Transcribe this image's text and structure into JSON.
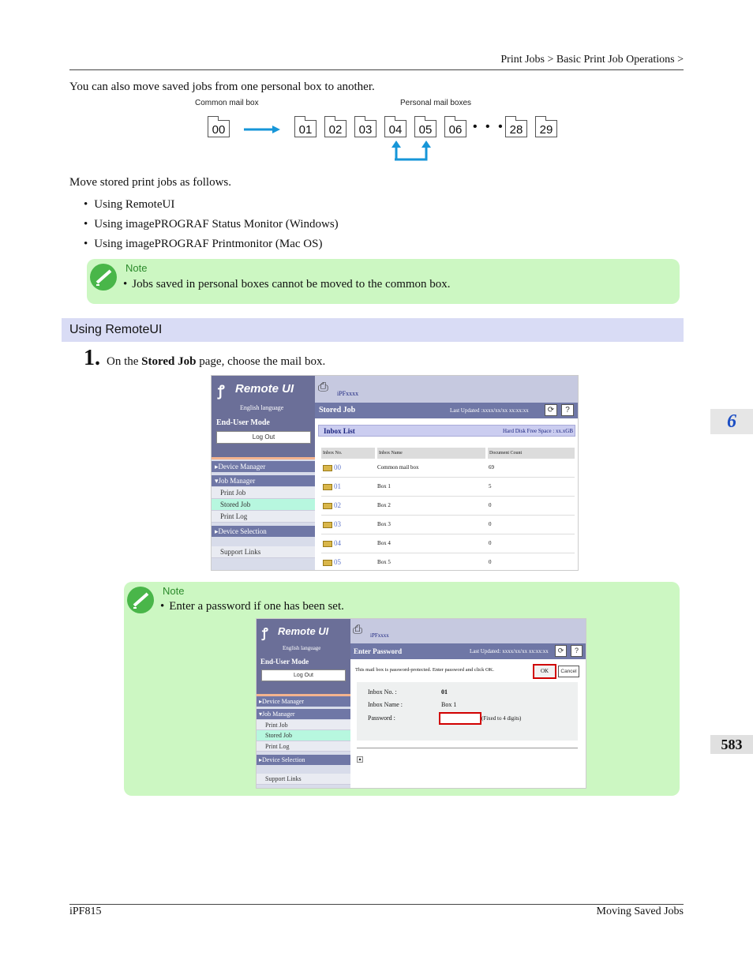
{
  "header": {
    "breadcrumb": "Print Jobs > Basic Print Job Operations >"
  },
  "intro": "You can also move saved jobs from one personal box to another.",
  "diagram": {
    "common_label": "Common mail box",
    "personal_label": "Personal mail boxes",
    "common_box": "00",
    "boxes": [
      "01",
      "02",
      "03",
      "04",
      "05",
      "06",
      "28",
      "29"
    ],
    "ellipsis": "• • •"
  },
  "move_intro": "Move stored print jobs as follows.",
  "methods": [
    "Using RemoteUI",
    "Using imagePROGRAF Status Monitor (Windows)",
    "Using imagePROGRAF Printmonitor (Mac OS)"
  ],
  "note1": {
    "title": "Note",
    "text": "Jobs saved in personal boxes cannot be moved to the common box."
  },
  "section_title": "Using RemoteUI",
  "step1": {
    "number": "1.",
    "prefix": "On the ",
    "bold": "Stored Job",
    "suffix": " page, choose the mail box."
  },
  "remote_ui": {
    "logo": "Remote UI",
    "language": "English language",
    "mode": "End-User Mode",
    "logout": "Log Out",
    "printer": "iPFxxxx",
    "menu": {
      "device_manager": "Device Manager",
      "job_manager": "Job Manager",
      "print_job": "Print Job",
      "stored_job": "Stored Job",
      "print_log": "Print Log",
      "device_selection": "Device Selection",
      "support_links": "Support Links"
    },
    "refresh_icon": "refresh-icon",
    "help_label": "?"
  },
  "screen1": {
    "title": "Stored Job",
    "last_updated": "Last Updated :xxxx/xx/xx xx:xx:xx",
    "inbox_list": "Inbox List",
    "free_space": "Hard Disk Free Space : xx.xGB",
    "columns": [
      "Inbox No.",
      "Inbox Name",
      "Document Count"
    ],
    "rows": [
      {
        "no": "00",
        "name": "Common mail box",
        "count": "69"
      },
      {
        "no": "01",
        "name": "Box 1",
        "count": "5"
      },
      {
        "no": "02",
        "name": "Box 2",
        "count": "0"
      },
      {
        "no": "03",
        "name": "Box 3",
        "count": "0"
      },
      {
        "no": "04",
        "name": "Box 4",
        "count": "0"
      },
      {
        "no": "05",
        "name": "Box 5",
        "count": "0"
      }
    ]
  },
  "note2": {
    "title": "Note",
    "text": "Enter a password if one has been set."
  },
  "screen2": {
    "title": "Enter Password",
    "last_updated": "Last Updated: xxxx/xx/xx xx:xx:xx",
    "message": "This mail box is password-protected. Enter password and click OK.",
    "ok": "OK",
    "cancel": "Cancel",
    "inbox_no_label": "Inbox No. :",
    "inbox_no": "01",
    "inbox_name_label": "Inbox Name :",
    "inbox_name": "Box 1",
    "password_label": "Password :",
    "password_value": "",
    "password_hint": "(Fixed to 4 digits)"
  },
  "side_tab": "6",
  "page_number": "583",
  "footer": {
    "left": "iPF815",
    "right": "Moving Saved Jobs"
  },
  "colors": {
    "note_bg": "#ccf7c2",
    "section_bg": "#d9dcf5",
    "menu_header": "#6f77a6",
    "arrow": "#1696d8",
    "highlight": "#d10000"
  }
}
